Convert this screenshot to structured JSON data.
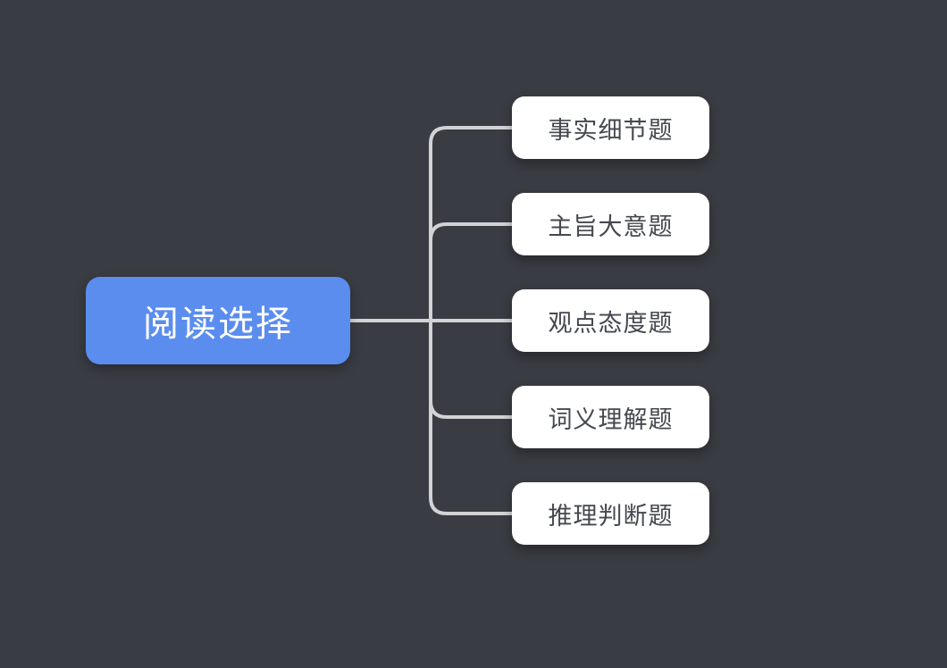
{
  "canvas": {
    "background": "#393c42"
  },
  "mindmap": {
    "root": {
      "label": "阅读选择",
      "bg": "#5b8def",
      "text_color": "#ffffff"
    },
    "children": [
      {
        "label": "事实细节题"
      },
      {
        "label": "主旨大意题"
      },
      {
        "label": "观点态度题"
      },
      {
        "label": "词义理解题"
      },
      {
        "label": "推理判断题"
      }
    ],
    "node_bg": "#ffffff",
    "node_text_color": "#45484e",
    "connector_color": "#d2d3d5"
  }
}
